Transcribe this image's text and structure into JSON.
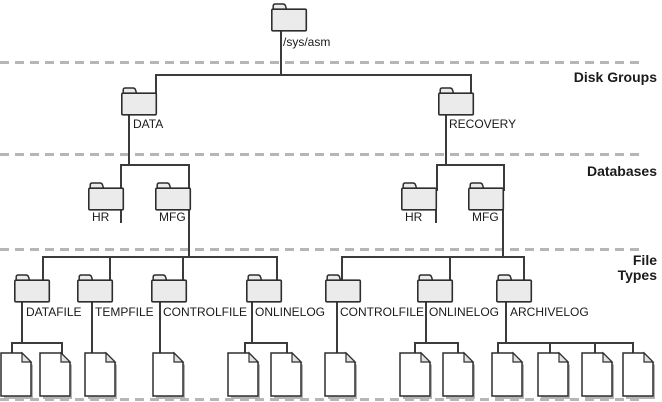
{
  "root": {
    "label": "/sys/asm"
  },
  "section_labels": {
    "disk_groups": "Disk Groups",
    "databases": "Databases",
    "file_types_line1": "File",
    "file_types_line2": "Types"
  },
  "disk_groups": [
    {
      "label": "DATA"
    },
    {
      "label": "RECOVERY"
    }
  ],
  "databases": [
    {
      "label": "HR",
      "disk_group": "DATA"
    },
    {
      "label": "MFG",
      "disk_group": "DATA"
    },
    {
      "label": "HR",
      "disk_group": "RECOVERY"
    },
    {
      "label": "MFG",
      "disk_group": "RECOVERY"
    }
  ],
  "file_types": [
    {
      "label": "DATAFILE",
      "parent": "DATA/MFG",
      "file_count": 2
    },
    {
      "label": "TEMPFILE",
      "parent": "DATA/MFG",
      "file_count": 1
    },
    {
      "label": "CONTROLFILE",
      "parent": "DATA/MFG",
      "file_count": 1
    },
    {
      "label": "ONLINELOG",
      "parent": "DATA/MFG",
      "file_count": 2
    },
    {
      "label": "CONTROLFILE",
      "parent": "RECOVERY/MFG",
      "file_count": 1
    },
    {
      "label": "ONLINELOG",
      "parent": "RECOVERY/MFG",
      "file_count": 2
    },
    {
      "label": "ARCHIVELOG",
      "parent": "RECOVERY/MFG",
      "file_count": 4
    }
  ],
  "icons": {
    "folder": "folder-icon",
    "file": "document-icon"
  },
  "colors": {
    "line": "#3b3b3b",
    "dash": "#b6b6b6",
    "folder_fill": "#ebebeb",
    "file_fill": "#ffffff",
    "file_shadow": "#b4b4b4",
    "text": "#1a1a1a"
  }
}
